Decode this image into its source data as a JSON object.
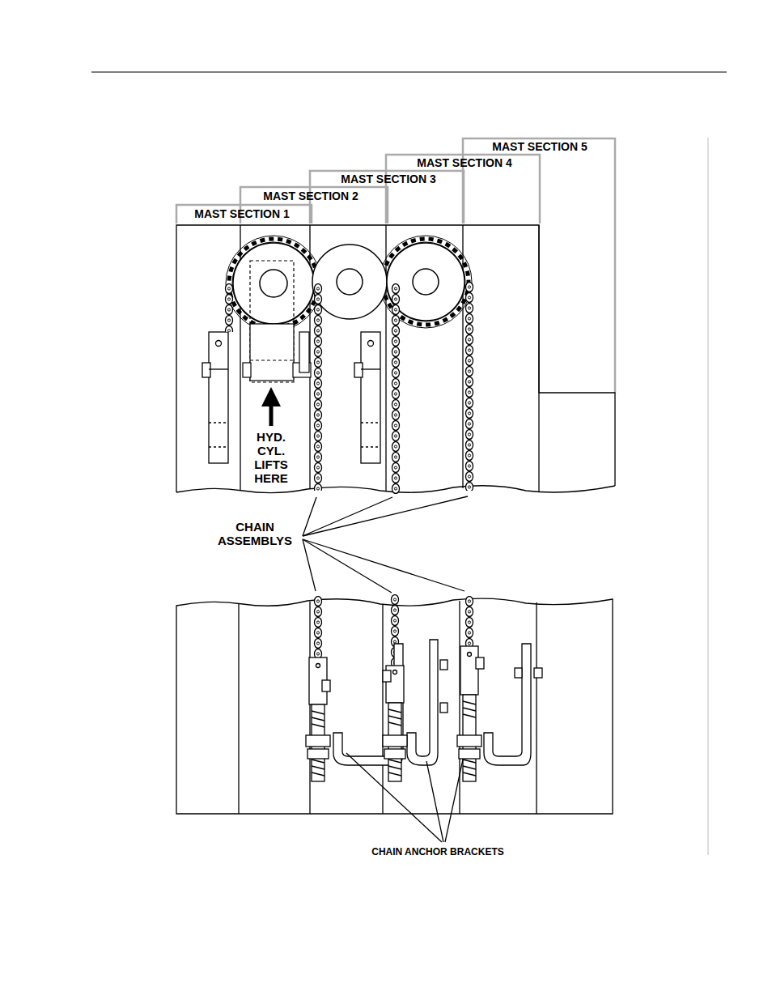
{
  "diagram": {
    "labels": [
      "MAST SECTION 5",
      "MAST SECTION 4",
      "MAST SECTION 3",
      "MAST SECTION 2",
      "MAST SECTION 1",
      "HYD. CYL. LIFTS HERE",
      "CHAIN ASSEMBLYS",
      "CHAIN ANCHOR BRACKETS"
    ]
  }
}
